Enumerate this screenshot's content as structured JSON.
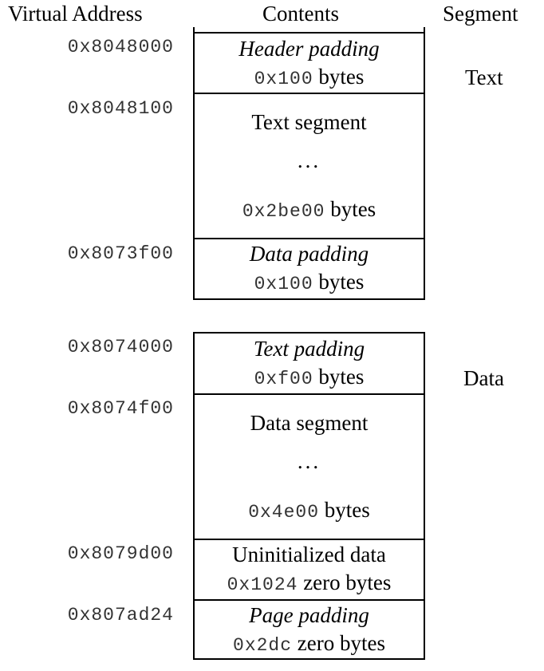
{
  "headers": {
    "address": "Virtual Address",
    "contents": "Contents",
    "segment": "Segment"
  },
  "segments": [
    "Text",
    "Data"
  ],
  "groups": [
    {
      "segment": "Text",
      "cells": [
        {
          "address": "0x8048000",
          "name": "Header padding",
          "italic": true,
          "size": "0x100",
          "unit": "bytes"
        },
        {
          "address": "0x8048100",
          "name": "Text segment",
          "italic": false,
          "ellipsis": "...",
          "size": "0x2be00",
          "unit": "bytes"
        },
        {
          "address": "0x8073f00",
          "name": "Data padding",
          "italic": true,
          "size": "0x100",
          "unit": "bytes"
        }
      ]
    },
    {
      "segment": "Data",
      "cells": [
        {
          "address": "0x8074000",
          "name": "Text padding",
          "italic": true,
          "size": "0xf00",
          "unit": "bytes"
        },
        {
          "address": "0x8074f00",
          "name": "Data segment",
          "italic": false,
          "ellipsis": "...",
          "size": "0x4e00",
          "unit": "bytes"
        },
        {
          "address": "0x8079d00",
          "name": "Uninitialized data",
          "italic": false,
          "size": "0x1024",
          "unit": "zero bytes"
        },
        {
          "address": "0x807ad24",
          "name": "Page padding",
          "italic": true,
          "size": "0x2dc",
          "unit": "zero bytes"
        }
      ]
    }
  ]
}
